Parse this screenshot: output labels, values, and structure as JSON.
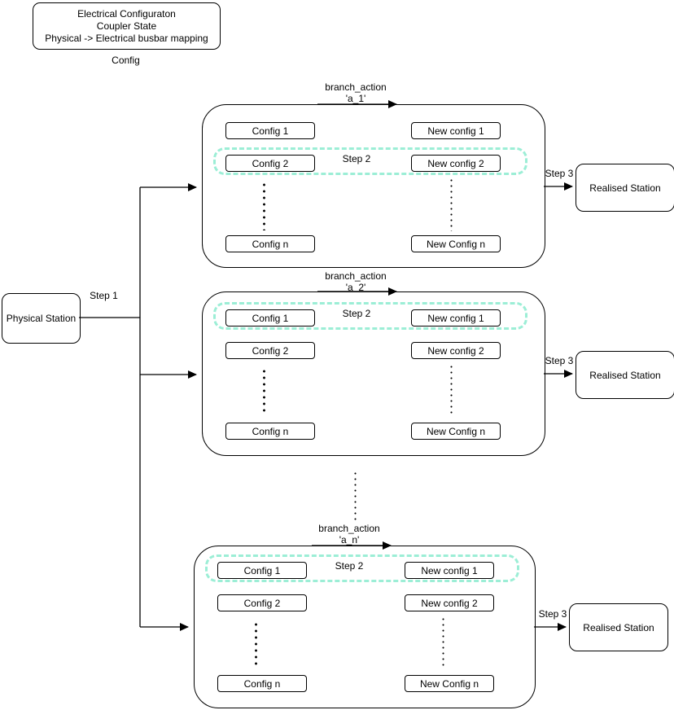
{
  "legend": {
    "line1": "Electrical Configuraton",
    "line2": "Coupler State",
    "line3": "Physical -> Electrical busbar mapping",
    "caption": "Config"
  },
  "physical_station": {
    "label": "Physical Station"
  },
  "step1_label": "Step 1",
  "colors": {
    "highlight": "#9CEED6",
    "stroke": "#000000",
    "background": "#ffffff"
  },
  "branches": [
    {
      "action_label": "branch_action",
      "action_name": "'a_1'",
      "step2_label": "Step 2",
      "step3_label": "Step 3",
      "realised_label": "Realised Station",
      "highlighted_row": 1,
      "rows": [
        {
          "left": "Config 1",
          "right": "New config 1"
        },
        {
          "left": "Config 2",
          "right": "New config 2"
        },
        {
          "left": "Config n",
          "right": "New Config n"
        }
      ]
    },
    {
      "action_label": "branch_action",
      "action_name": "'a_2'",
      "step2_label": "Step 2",
      "step3_label": "Step 3",
      "realised_label": "Realised Station",
      "highlighted_row": 0,
      "rows": [
        {
          "left": "Config 1",
          "right": "New config 1"
        },
        {
          "left": "Config 2",
          "right": "New config 2"
        },
        {
          "left": "Config n",
          "right": "New Config n"
        }
      ]
    },
    {
      "action_label": "branch_action",
      "action_name": "'a_n'",
      "step2_label": "Step 2",
      "step3_label": "Step 3",
      "realised_label": "Realised Station",
      "highlighted_row": 0,
      "rows": [
        {
          "left": "Config 1",
          "right": "New config 1"
        },
        {
          "left": "Config 2",
          "right": "New config 2"
        },
        {
          "left": "Config n",
          "right": "New Config n"
        }
      ]
    }
  ]
}
